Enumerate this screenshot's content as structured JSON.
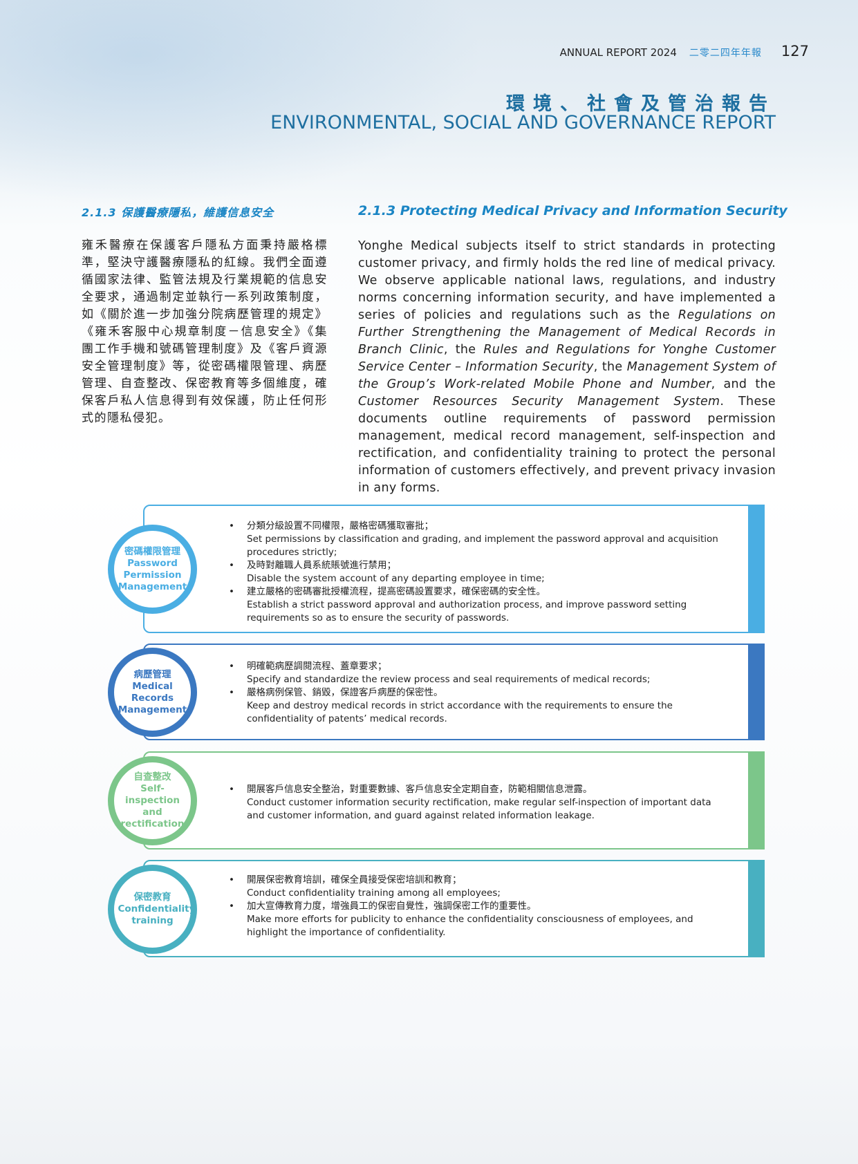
{
  "header": {
    "report_en": "ANNUAL REPORT 2024",
    "report_zh": "二零二四年年報",
    "page_number": "127"
  },
  "title": {
    "zh": "環境、社會及管治報告",
    "en": "ENVIRONMENTAL, SOCIAL AND GOVERNANCE REPORT"
  },
  "section": {
    "heading_zh": "2.1.3  保護醫療隱私，維護信息安全",
    "heading_en": "2.1.3  Protecting Medical Privacy and Information Security",
    "body_zh": "雍禾醫療在保護客戶隱私方面秉持嚴格標準，堅決守護醫療隱私的紅線。我們全面遵循國家法律、監管法規及行業規範的信息安全要求，通過制定並執行一系列政策制度，如《關於進一步加強分院病歷管理的規定》《雍禾客服中心規章制度－信息安全》《集團工作手機和號碼管理制度》及《客戶資源安全管理制度》等，從密碼權限管理、病歷管理、自查整改、保密教育等多個維度，確保客戶私人信息得到有效保護，防止任何形式的隱私侵犯。",
    "body_en": [
      {
        "t": "Yonghe Medical subjects itself to strict standards in protecting customer privacy, and firmly holds the red line of medical privacy. We observe applicable national laws, regulations, and industry norms concerning information security, and have implemented a series of policies and regulations such as the ",
        "i": false
      },
      {
        "t": "Regulations on Further Strengthening the Management of Medical Records in Branch Clinic",
        "i": true
      },
      {
        "t": ", the ",
        "i": false
      },
      {
        "t": "Rules and Regulations for Yonghe Customer Service Center – Information Security",
        "i": true
      },
      {
        "t": ", the ",
        "i": false
      },
      {
        "t": "Management System of the Group’s Work-related Mobile Phone and Number",
        "i": true
      },
      {
        "t": ", and the ",
        "i": false
      },
      {
        "t": "Customer Resources Security Management System",
        "i": true
      },
      {
        "t": ". These documents outline requirements of password permission management, medical record management, self-inspection and rectification, and confidentiality training to protect the personal information of customers effectively, and prevent privacy invasion in any forms.",
        "i": false
      }
    ]
  },
  "measures": [
    {
      "name_zh": "密碼權限管理",
      "name_en": "Password Permission Management",
      "color": "#4aaee3",
      "items": [
        {
          "zh": "分類分級設置不同權限，嚴格密碼獲取審批；",
          "en": "Set permissions by classification and grading, and implement the password approval and acquisition procedures strictly;"
        },
        {
          "zh": "及時對離職人員系統賬號進行禁用；",
          "en": "Disable the system account of any departing employee in time;"
        },
        {
          "zh": "建立嚴格的密碼審批授權流程，提高密碼設置要求，確保密碼的安全性。",
          "en": "Establish a strict password approval and authorization process, and improve password setting requirements so as to ensure the security of passwords."
        }
      ]
    },
    {
      "name_zh": "病歷管理",
      "name_en": "Medical Records Management",
      "color": "#3b78c1",
      "items": [
        {
          "zh": "明確範病歷調閱流程、蓋章要求；",
          "en": "Specify and standardize the review process and seal requirements of medical records;"
        },
        {
          "zh": "嚴格病例保管、銷毀，保證客戶病歷的保密性。",
          "en": "Keep and destroy medical records in strict accordance with the requirements to ensure the confidentiality of patents’ medical records."
        }
      ]
    },
    {
      "name_zh": "自查整改",
      "name_en": "Self-inspection and rectification",
      "color": "#7cc68a",
      "items": [
        {
          "zh": "開展客戶信息安全整治，對重要數據、客戶信息安全定期自查，防範相關信息泄露。",
          "en": "Conduct customer information security rectification, make regular self-inspection of important data and customer information, and guard against related information leakage."
        }
      ]
    },
    {
      "name_zh": "保密教育",
      "name_en": "Confidentiality training",
      "color": "#48b0c1",
      "items": [
        {
          "zh": "開展保密教育培訓，確保全員接受保密培訓和教育；",
          "en": "Conduct confidentiality training among all employees;"
        },
        {
          "zh": "加大宣傳教育力度，增強員工的保密自覺性，強調保密工作的重要性。",
          "en": "Make more efforts for publicity to enhance the confidentiality consciousness of employees, and highlight the importance of confidentiality."
        }
      ]
    }
  ],
  "bullet": "•"
}
